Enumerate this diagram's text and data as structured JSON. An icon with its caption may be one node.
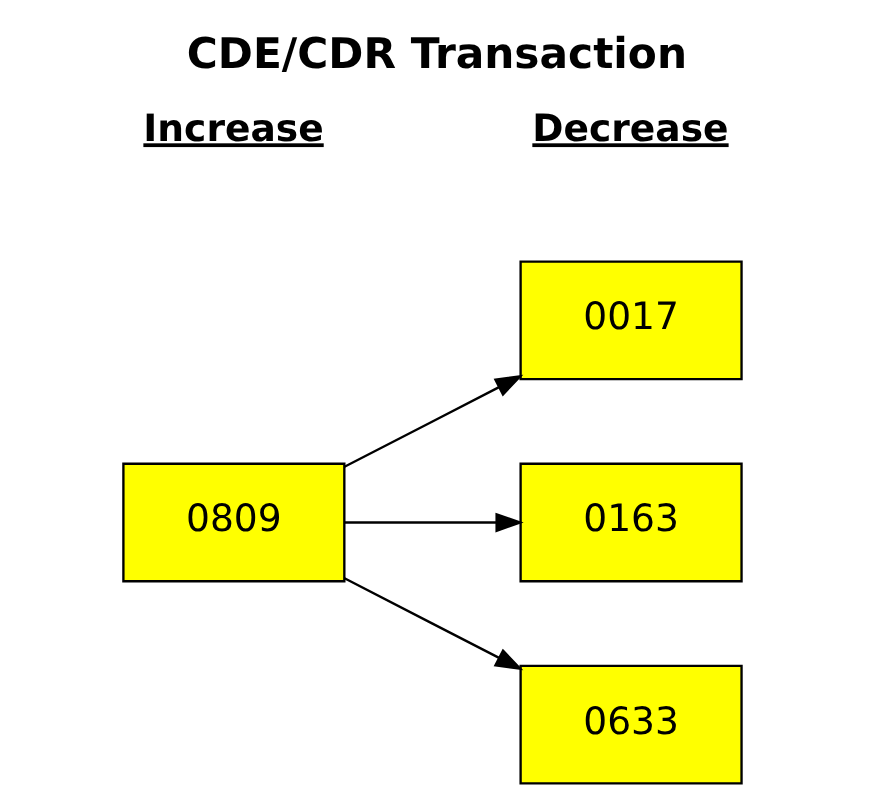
{
  "diagram": {
    "title": "CDE/CDR Transaction",
    "nodes": [
      {
        "text": [
          "0809"
        ]
      },
      {
        "text": [
          "0017"
        ]
      },
      {
        "text": [
          "0163"
        ]
      },
      {
        "text": [
          "0633"
        ]
      }
    ],
    "edges": [
      {
        "from": 0,
        "to": 1,
        "arrow": "to"
      },
      {
        "from": 0,
        "to": 2,
        "arrow": "to"
      },
      {
        "from": 0,
        "to": 3,
        "arrow": "to"
      }
    ],
    "labels": [
      "Increase",
      "Decrease"
    ]
  }
}
